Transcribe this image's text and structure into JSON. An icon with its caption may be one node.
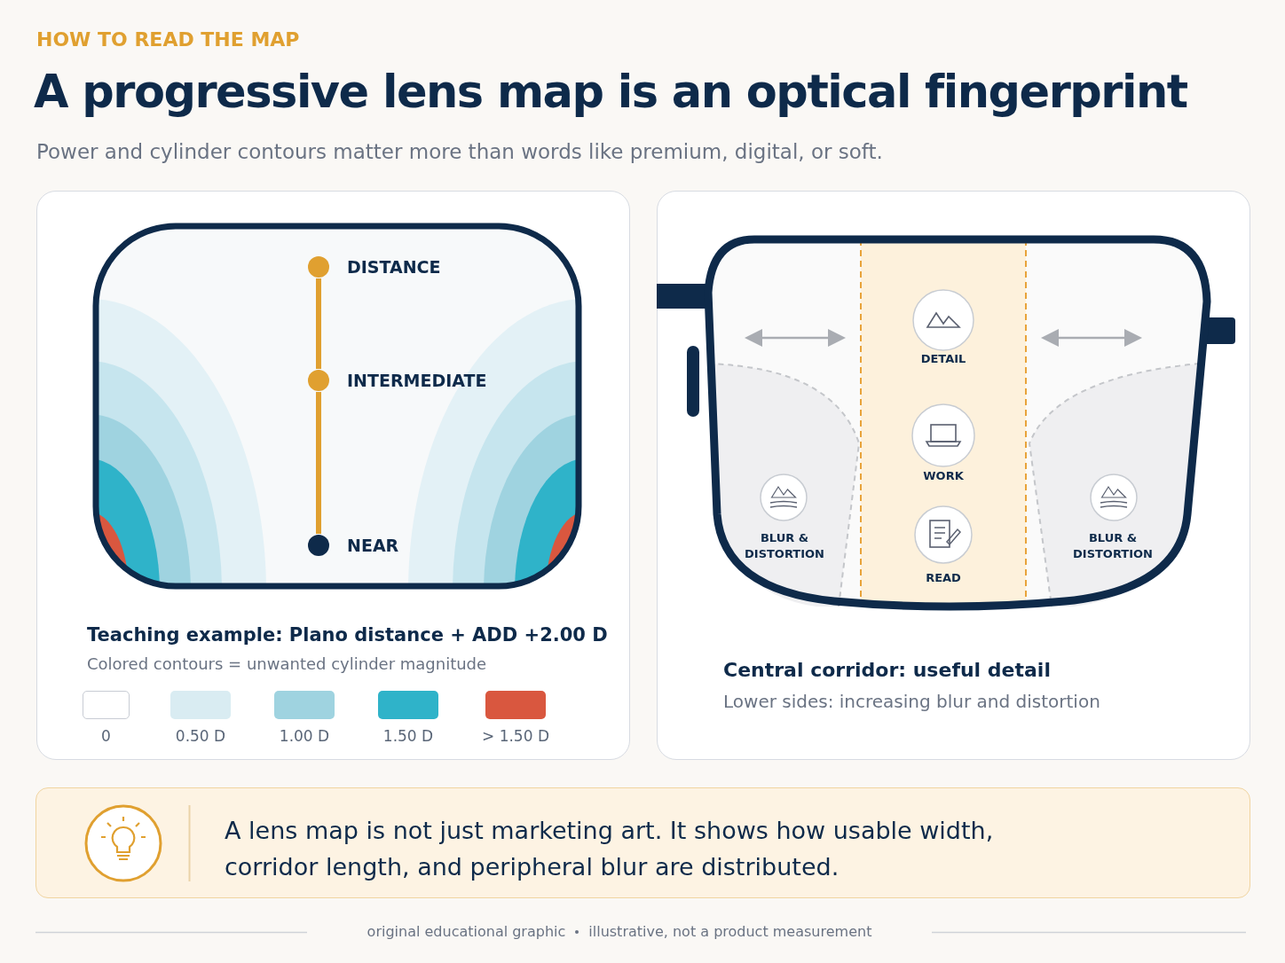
{
  "diagram": {
    "title": "A progressive lens map is an optical fingerprint",
    "nodes": [
      {
        "text": [
          "DISTANCE"
        ]
      },
      {
        "text": [
          "INTERMEDIATE"
        ]
      },
      {
        "text": [
          "NEAR"
        ]
      }
    ],
    "edges": [
      {
        "from": 0,
        "to": 1,
        "arrow": "none"
      },
      {
        "from": 1,
        "to": 2,
        "arrow": "none"
      }
    ],
    "labels": [
      "HOW TO READ THE MAP",
      "Power and cylinder contours matter more than words like premium, digital, or soft.",
      "Teaching example: Plano distance + ADD +2.00 D",
      "Colored contours = unwanted cylinder magnitude",
      "DETAIL",
      "WORK",
      "READ",
      "BLUR & DISTORTION",
      "BLUR & DISTORTION",
      "Central corridor: useful detail",
      "Lower sides: increasing blur and distortion",
      "A lens map is not just marketing art. It shows how usable width, corridor length, and peripheral blur are distributed.",
      "original educational graphic",
      "illustrative, not a product measurement"
    ],
    "legend": [
      {
        "text": "0",
        "color": "#ffffff"
      },
      {
        "text": "0.50 D",
        "color": "#d9ecf2"
      },
      {
        "text": "1.00 D",
        "color": "#9fd3e0"
      },
      {
        "text": "1.50 D",
        "color": "#2fb3c9"
      },
      {
        "text": "> 1.50 D",
        "color": "#d9573f"
      }
    ]
  }
}
